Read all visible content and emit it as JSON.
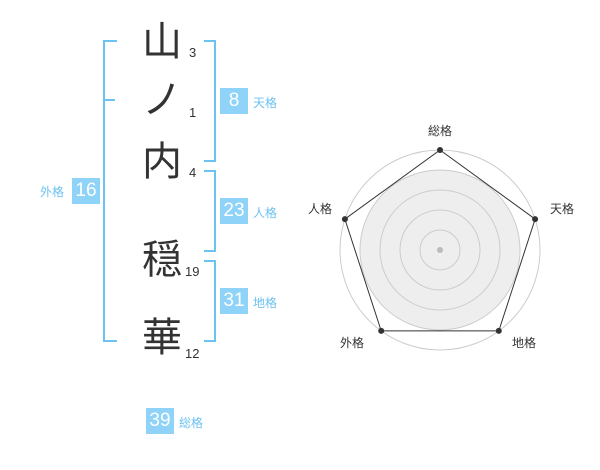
{
  "characters": [
    {
      "char": "山",
      "strokes": "3"
    },
    {
      "char": "ノ",
      "strokes": "1"
    },
    {
      "char": "内",
      "strokes": "4"
    },
    {
      "char": "穏",
      "strokes": "19"
    },
    {
      "char": "華",
      "strokes": "12"
    }
  ],
  "kaku": {
    "tenkaku": {
      "value": "8",
      "label": "天格"
    },
    "jinkaku": {
      "value": "23",
      "label": "人格"
    },
    "chikaku": {
      "value": "31",
      "label": "地格"
    },
    "gaikaku": {
      "value": "16",
      "label": "外格"
    },
    "soukaku": {
      "value": "39",
      "label": "総格"
    }
  },
  "chart_data": {
    "type": "radar",
    "axes": [
      "総格",
      "天格",
      "地格",
      "外格",
      "人格"
    ],
    "values": [
      5,
      5,
      5,
      5,
      5
    ],
    "max": 5,
    "rings": 5,
    "colors": {
      "polygon_stroke": "#333333",
      "ring_fill": "#eeeeee",
      "ring_stroke": "#cccccc",
      "center_dot": "#bbbbbb"
    }
  }
}
